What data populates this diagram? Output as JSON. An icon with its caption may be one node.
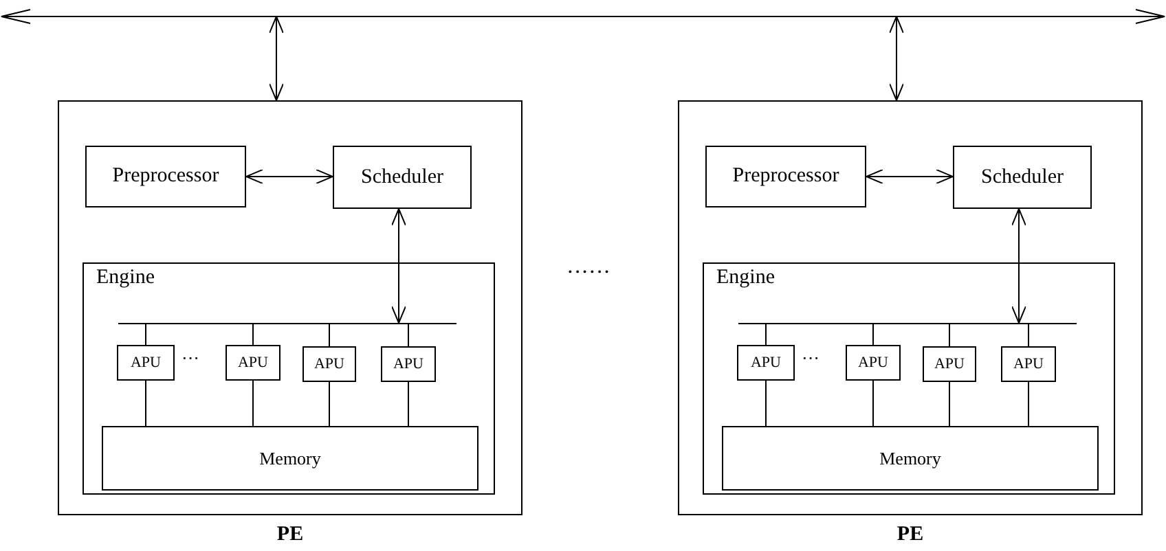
{
  "diagram": {
    "nodes": [
      {
        "text": [],
        "shape": "bar"
      },
      {
        "text": [
          "PE"
        ]
      },
      {
        "text": [
          "Preprocessor"
        ],
        "in": 1
      },
      {
        "text": [
          "Scheduler"
        ],
        "in": 1
      },
      {
        "text": [
          "Engine"
        ],
        "in": 1
      },
      {
        "text": [],
        "shape": "bar",
        "in": 4
      },
      {
        "text": [
          "APU"
        ],
        "in": 4
      },
      {
        "text": [
          "APU"
        ],
        "in": 4
      },
      {
        "text": [
          "APU"
        ],
        "in": 4
      },
      {
        "text": [
          "APU"
        ],
        "in": 4
      },
      {
        "text": [
          "Memory"
        ],
        "in": 4
      },
      {
        "text": [
          "PE"
        ]
      },
      {
        "text": [
          "Preprocessor"
        ],
        "in": 11
      },
      {
        "text": [
          "Scheduler"
        ],
        "in": 11
      },
      {
        "text": [
          "Engine"
        ],
        "in": 11
      },
      {
        "text": [],
        "shape": "bar",
        "in": 14
      },
      {
        "text": [
          "APU"
        ],
        "in": 14
      },
      {
        "text": [
          "APU"
        ],
        "in": 14
      },
      {
        "text": [
          "APU"
        ],
        "in": 14
      },
      {
        "text": [
          "APU"
        ],
        "in": 14
      },
      {
        "text": [
          "Memory"
        ],
        "in": 14
      }
    ],
    "edges": [
      {
        "from": 0,
        "to": 1,
        "arrow": "both"
      },
      {
        "from": 2,
        "to": 3,
        "arrow": "both"
      },
      {
        "from": 3,
        "to": 5,
        "arrow": "both"
      },
      {
        "from": 6,
        "to": 5,
        "arrow": "none"
      },
      {
        "from": 7,
        "to": 5,
        "arrow": "none"
      },
      {
        "from": 8,
        "to": 5,
        "arrow": "none"
      },
      {
        "from": 9,
        "to": 5,
        "arrow": "none"
      },
      {
        "from": 6,
        "to": 10,
        "arrow": "none"
      },
      {
        "from": 7,
        "to": 10,
        "arrow": "none"
      },
      {
        "from": 8,
        "to": 10,
        "arrow": "none"
      },
      {
        "from": 9,
        "to": 10,
        "arrow": "none"
      },
      {
        "from": 0,
        "to": 11,
        "arrow": "both"
      },
      {
        "from": 12,
        "to": 13,
        "arrow": "both"
      },
      {
        "from": 13,
        "to": 15,
        "arrow": "both"
      },
      {
        "from": 16,
        "to": 15,
        "arrow": "none"
      },
      {
        "from": 17,
        "to": 15,
        "arrow": "none"
      },
      {
        "from": 18,
        "to": 15,
        "arrow": "none"
      },
      {
        "from": 19,
        "to": 15,
        "arrow": "none"
      },
      {
        "from": 16,
        "to": 20,
        "arrow": "none"
      },
      {
        "from": 17,
        "to": 20,
        "arrow": "none"
      },
      {
        "from": 18,
        "to": 20,
        "arrow": "none"
      },
      {
        "from": 19,
        "to": 20,
        "arrow": "none"
      }
    ],
    "labels": [
      "······",
      "···",
      "···"
    ]
  }
}
